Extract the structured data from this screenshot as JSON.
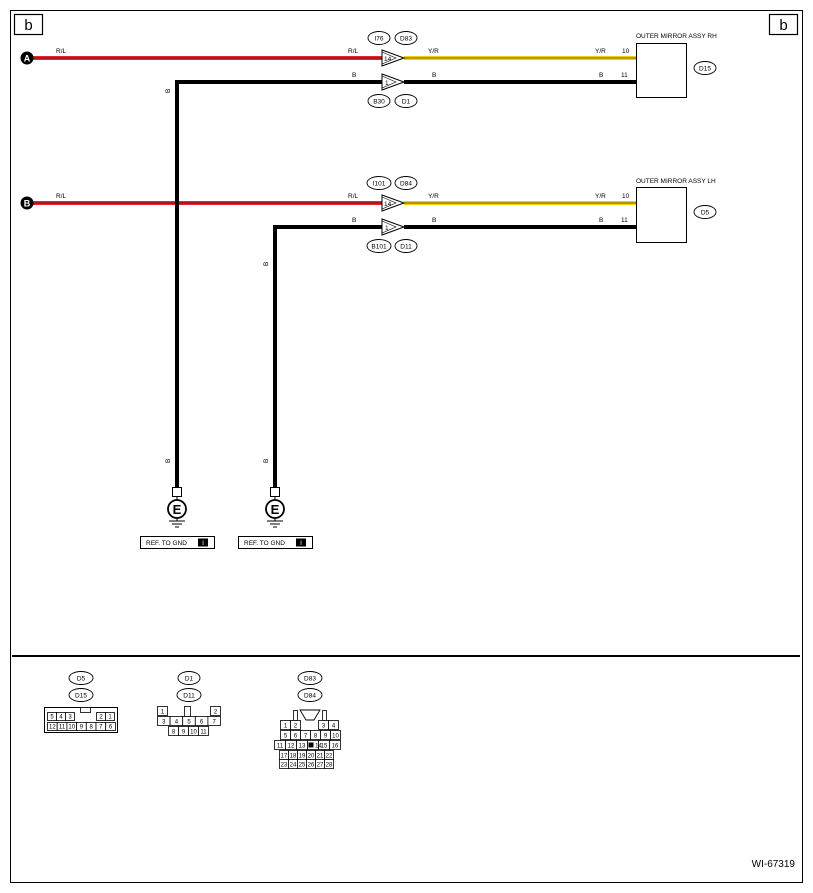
{
  "corner": {
    "left": "b",
    "right": "b"
  },
  "figure_id": "WI-67319",
  "nodes": {
    "a": "A",
    "b": "B"
  },
  "colors": {
    "red_wire": "#e8262c",
    "red_wire_core": "#6b0f12",
    "yellow_wire": "#f5d000",
    "yellow_wire_core": "#7a5a00",
    "black_wire": "#000000",
    "line": "#000000"
  },
  "rh": {
    "component": "OUTER MIRROR ASSY RH",
    "component_conn": "D15",
    "wire_in": "R/L",
    "wire_in2": "R/L",
    "wire_out": "Y/R",
    "wire_out2": "Y/R",
    "conn_top_a": "I76",
    "conn_top_b": "D83",
    "pin_in": "14",
    "pin_comp_top": "10",
    "gnd_wire": "B",
    "gnd_wire2": "B",
    "gnd_wire3": "B",
    "pin_gnd": "1",
    "pin_comp_bottom": "11",
    "conn_bot_a": "B30",
    "conn_bot_b": "D1",
    "vert_label_top": "B",
    "vert_label_bottom": "B"
  },
  "lh": {
    "component": "OUTER MIRROR ASSY LH",
    "component_conn": "D5",
    "wire_in": "R/L",
    "wire_in2": "R/L",
    "wire_out": "Y/R",
    "wire_out2": "Y/R",
    "conn_top_a": "I101",
    "conn_top_b": "D84",
    "pin_in": "14",
    "pin_comp_top": "10",
    "gnd_wire": "B",
    "gnd_wire2": "B",
    "gnd_wire3": "B",
    "pin_gnd": "1",
    "pin_comp_bottom": "11",
    "conn_bot_a": "B101",
    "conn_bot_b": "D11",
    "vert_label_top": "B",
    "vert_label_bottom": "B"
  },
  "ground": {
    "symbol": "E",
    "ref_label": "REF. TO GND",
    "ref_mark": "I"
  },
  "connector_views": {
    "c1": {
      "label_top": "D5",
      "label_bottom": "D15",
      "top_row": [
        "5",
        "4",
        "3",
        "2",
        "1"
      ],
      "bottom_row": [
        "12",
        "11",
        "10",
        "9",
        "8",
        "7",
        "6"
      ]
    },
    "c2": {
      "label_top": "D1",
      "label_bottom": "D11",
      "row1": [
        "1",
        "2"
      ],
      "row2": [
        "3",
        "4",
        "5",
        "6",
        "7"
      ],
      "row3": [
        "8",
        "9",
        "10",
        "11"
      ]
    },
    "c3": {
      "label_top": "D83",
      "label_bottom": "D84",
      "row1": [
        "1",
        "2",
        "3",
        "4"
      ],
      "row2": [
        "5",
        "6",
        "7",
        "8",
        "9",
        "10"
      ],
      "row3": [
        "11",
        "12",
        "13",
        "14",
        "15",
        "16"
      ],
      "row4": [
        "17",
        "18",
        "19",
        "20",
        "21",
        "22"
      ],
      "row5": [
        "23",
        "24",
        "25",
        "26",
        "27",
        "28"
      ]
    }
  }
}
